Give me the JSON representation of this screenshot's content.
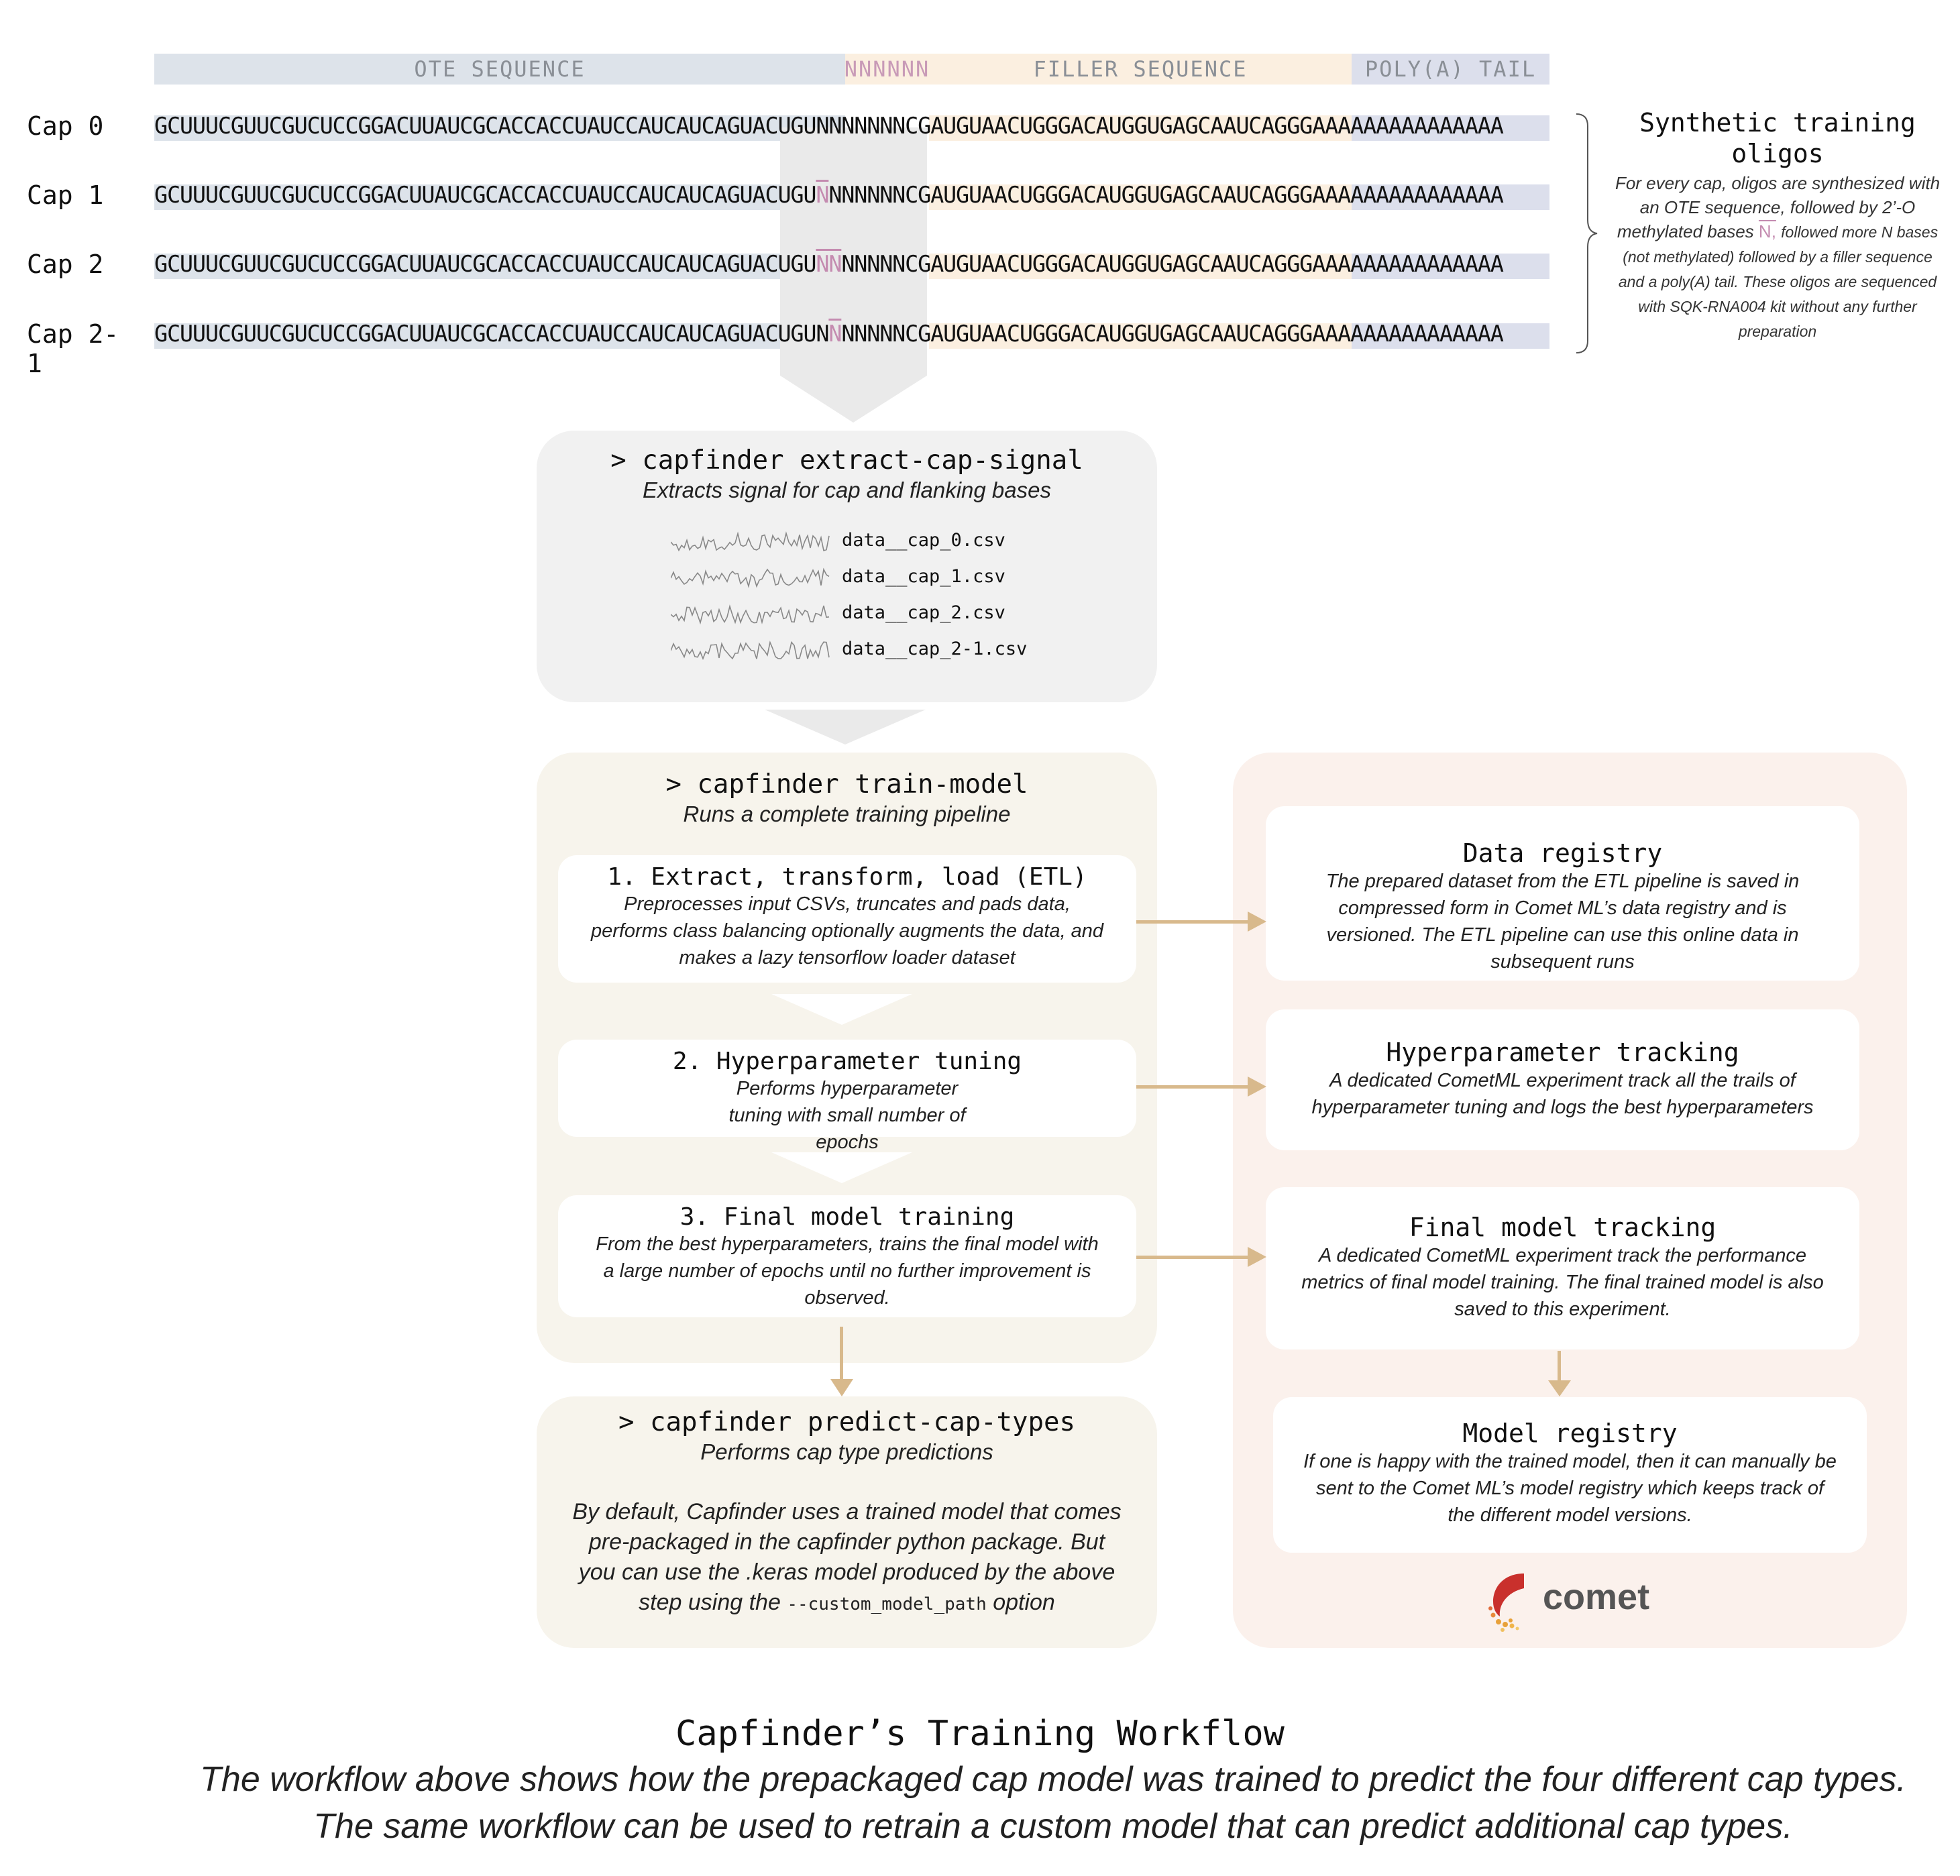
{
  "header_bands": {
    "ote": "OTE SEQUENCE",
    "nnn": "NNNNNN",
    "filler": "FILLER SEQUENCE",
    "polya": "POLY(A) TAIL"
  },
  "caps": [
    {
      "label": "Cap 0",
      "ote": "GCUUUCGUUCGUCUCCGGACUUAUCGCACCACCUAUCCAUCAUCAGUACUGU",
      "methylated": "",
      "rest_n": "NNNNNN",
      "pre_n": "N",
      "filler": "CGAUGUAACUGGGACAUGGUGAGCAAUCAGGG",
      "polya": "AAAAAAAAAAAAAAA"
    },
    {
      "label": "Cap 1",
      "ote": "GCUUUCGUUCGUCUCCGGACUUAUCGCACCACCUAUCCAUCAUCAGUACUGU",
      "methylated": "N",
      "rest_n": "NNNNNN",
      "pre_n": "",
      "filler": "CGAUGUAACUGGGACAUGGUGAGCAAUCAGGG",
      "polya": "AAAAAAAAAAAAAAA"
    },
    {
      "label": "Cap 2",
      "ote": "GCUUUCGUUCGUCUCCGGACUUAUCGCACCACCUAUCCAUCAUCAGUACUGU",
      "methylated": "NN",
      "rest_n": "NNNNN",
      "pre_n": "",
      "filler": "CGAUGUAACUGGGACAUGGUGAGCAAUCAGGG",
      "polya": "AAAAAAAAAAAAAAA"
    },
    {
      "label": "Cap 2-1",
      "ote": "GCUUUCGUUCGUCUCCGGACUUAUCGCACCACCUAUCCAUCAUCAGUACUGU",
      "methylated": "N",
      "rest_n": "NNNNN",
      "pre_n": "N",
      "filler": "CGAUGUAACUGGGACAUGGUGAGCAAUCAGGG",
      "polya": "AAAAAAAAAAAAAAA"
    }
  ],
  "side_note": {
    "title": "Synthetic training oligos",
    "text_1": "For every cap, oligos are synthesized with an OTE sequence, followed by 2’-O methylated bases",
    "n_symbol": "N,",
    "text_2": "followed more N bases (not methylated) followed by a filler sequence and a poly(A) tail. These oligos are sequenced with SQK-RNA004 kit without any further preparation"
  },
  "extract": {
    "command": "> capfinder extract-cap-signal",
    "subtitle": "Extracts signal for cap and flanking bases",
    "files": [
      "data__cap_0.csv",
      "data__cap_1.csv",
      "data__cap_2.csv",
      "data__cap_2-1.csv"
    ]
  },
  "train": {
    "command": "> capfinder train-model",
    "subtitle": "Runs a complete training pipeline",
    "steps": [
      {
        "title": "1. Extract, transform, load (ETL)",
        "desc": "Preprocesses input CSVs, truncates and pads data, performs class balancing optionally augments the data, and makes a lazy tensorflow loader dataset"
      },
      {
        "title": "2. Hyperparameter tuning",
        "desc": "Performs hyperparameter tuning with small number of epochs"
      },
      {
        "title": "3. Final model training",
        "desc": "From the best hyperparameters, trains the final model with a large number of epochs until no further improvement is observed."
      }
    ]
  },
  "predict": {
    "command": "> capfinder predict-cap-types",
    "subtitle": "Performs cap type predictions",
    "body_1": "By default, Capfinder uses a trained model that comes pre-packaged in the capfinder python package. But you can use the .keras model produced by the above step using the",
    "code": "--custom_model_path",
    "body_2": "option"
  },
  "comet": {
    "cards": [
      {
        "title": "Data registry",
        "desc": "The prepared dataset from the ETL pipeline is saved in compressed form in Comet ML’s data registry and is versioned. The ETL pipeline can use this online data in subsequent runs"
      },
      {
        "title": "Hyperparameter tracking",
        "desc": "A dedicated CometML experiment track all the trails of hyperparameter tuning and logs the best hyperparameters"
      },
      {
        "title": "Final model tracking",
        "desc": "A dedicated CometML experiment track the performance metrics of final model training. The final trained model is also saved to this experiment."
      },
      {
        "title": "Model registry",
        "desc": "If one is happy with the trained model, then it can manually  be sent to the Comet ML’s model registry which keeps track of the different model versions."
      }
    ],
    "logo_text": "comet"
  },
  "footer": {
    "title": "Capfinder’s Training Workflow",
    "caption": "The workflow above shows how the prepackaged cap model was trained to predict the four different cap types. The same workflow can be used to retrain a custom model that can predict additional cap types."
  },
  "colors": {
    "ote_band": "#dde3ea",
    "filler_band": "#fbefe0",
    "polya_band": "#dcdfec",
    "methyl": "#c48bb0",
    "panel_grey": "#f1f1f1",
    "panel_beige": "#f7f4ec",
    "panel_pink": "#fbf1ec",
    "arrow": "#d8b98c",
    "comet_brand": "#c9302c"
  }
}
